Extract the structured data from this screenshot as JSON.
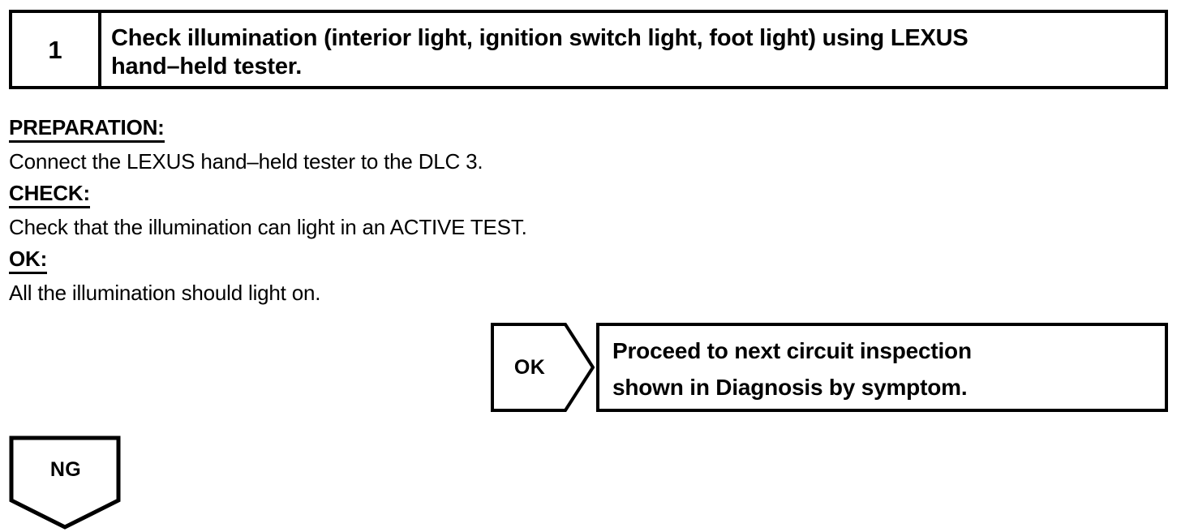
{
  "step": {
    "number": "1",
    "instruction": "Check illumination (interior light, ignition switch light, foot light) using LEXUS\nhand–held tester."
  },
  "details": {
    "preparation_heading": "PREPARATION:",
    "preparation_text": "Connect the LEXUS hand–held tester to the DLC 3.",
    "check_heading": "CHECK:",
    "check_text": "Check that the illumination can light in an ACTIVE TEST.",
    "ok_heading": "OK:",
    "ok_text": "All the illumination should light on."
  },
  "branches": {
    "ok": {
      "label": "OK",
      "result": "Proceed to next circuit inspection\nshown  in Diagnosis by symptom."
    },
    "ng": {
      "label": "NG"
    }
  },
  "colors": {
    "ink": "#000000",
    "paper": "#ffffff"
  }
}
